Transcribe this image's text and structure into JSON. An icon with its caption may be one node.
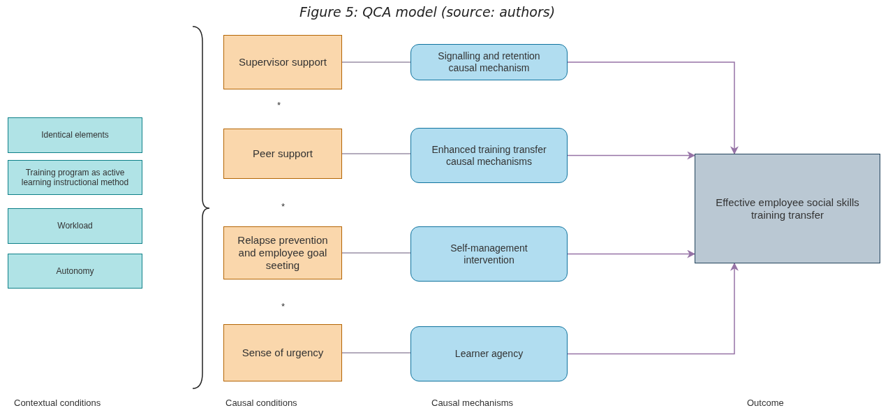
{
  "diagram": {
    "title": "Figure 5: QCA model (source: authors)",
    "nodes": [
      {
        "text": [
          "Identical elements"
        ]
      },
      {
        "text": [
          "Training program as active learning instructional method"
        ]
      },
      {
        "text": [
          "Workload"
        ]
      },
      {
        "text": [
          "Autonomy"
        ]
      },
      {
        "text": [
          "Supervisor support"
        ]
      },
      {
        "text": [
          "Peer support"
        ]
      },
      {
        "text": [
          "Relapse prevention and employee goal seeting"
        ]
      },
      {
        "text": [
          "Sense of urgency"
        ]
      },
      {
        "text": [
          "Signalling and retention causal mechanism"
        ]
      },
      {
        "text": [
          "Enhanced training transfer causal mechanisms"
        ]
      },
      {
        "text": [
          "Self-management intervention"
        ]
      },
      {
        "text": [
          "Learner agency"
        ]
      },
      {
        "text": [
          "Effective employee social skills training transfer"
        ]
      }
    ],
    "edges": [
      {
        "from": 4,
        "to": 8,
        "arrow": "none"
      },
      {
        "from": 5,
        "to": 9,
        "arrow": "none"
      },
      {
        "from": 6,
        "to": 10,
        "arrow": "none"
      },
      {
        "from": 7,
        "to": 11,
        "arrow": "none"
      },
      {
        "from": 8,
        "to": 12,
        "arrow": "to"
      },
      {
        "from": 9,
        "to": 12,
        "arrow": "to"
      },
      {
        "from": 10,
        "to": 12,
        "arrow": "to"
      },
      {
        "from": 11,
        "to": 12,
        "arrow": "to"
      }
    ],
    "labels": [
      "*",
      "*",
      "*",
      "Contextual conditions",
      "Causal conditions",
      "Causal mechanisms",
      "Outcome"
    ]
  }
}
